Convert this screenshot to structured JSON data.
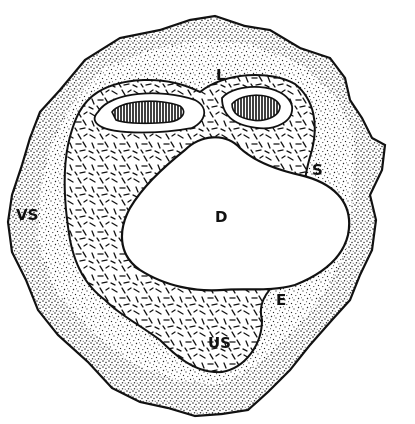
{
  "figure": {
    "labels": {
      "top": "L",
      "left": "VS",
      "center": "D",
      "right": "S",
      "lower_right": "E",
      "bottom": "US"
    }
  },
  "colors": {
    "ink": "#111111",
    "paper": "#ffffff"
  },
  "regions": [
    {
      "name": "outer-stippled-tissue",
      "fill": "stipple"
    },
    {
      "name": "inner-dashed-tissue",
      "fill": "dashes"
    },
    {
      "name": "central-cavity",
      "fill": "none"
    },
    {
      "name": "left-hatched-body",
      "fill": "hatch"
    },
    {
      "name": "right-hatched-body",
      "fill": "hatch"
    }
  ]
}
